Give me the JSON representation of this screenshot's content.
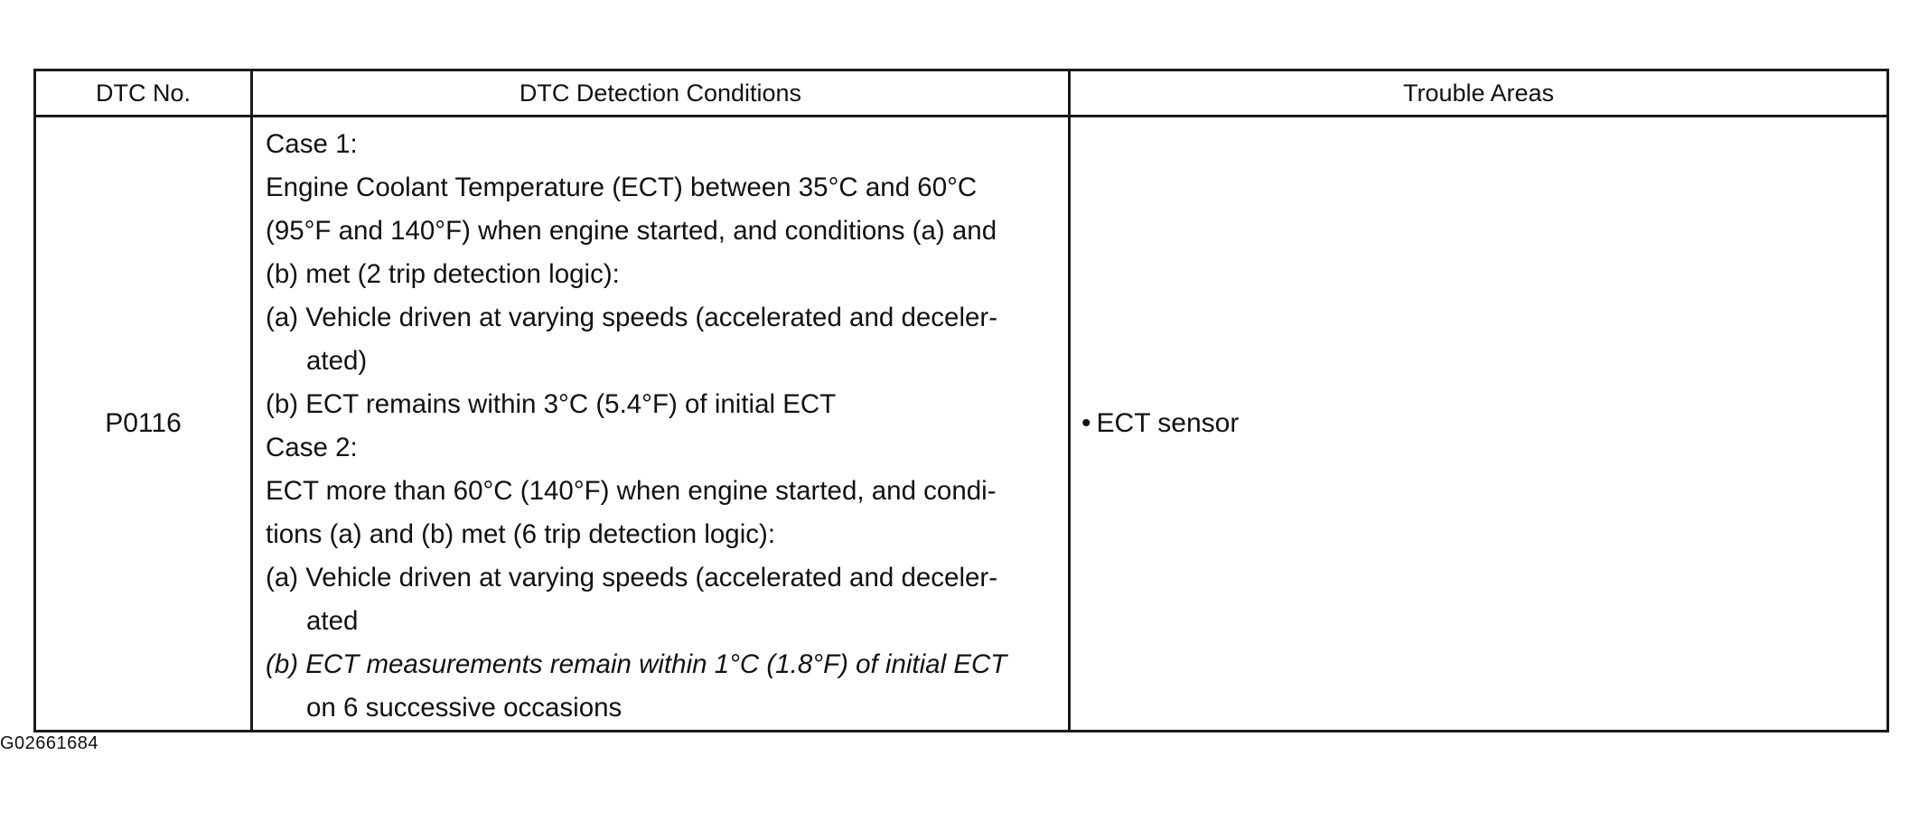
{
  "table": {
    "headers": [
      "DTC No.",
      "DTC Detection Conditions",
      "Trouble Areas"
    ],
    "rows": [
      {
        "dtc_no": "P0116",
        "conditions": [
          {
            "text": "Case 1:",
            "indent": false,
            "italic": false
          },
          {
            "text": "Engine Coolant Temperature (ECT) between 35°C and 60°C",
            "indent": false,
            "italic": false
          },
          {
            "text": "(95°F and 140°F) when engine started, and conditions (a) and",
            "indent": false,
            "italic": false
          },
          {
            "text": "(b) met (2 trip detection logic):",
            "indent": false,
            "italic": false
          },
          {
            "text": "(a) Vehicle driven at varying speeds (accelerated and deceler-",
            "indent": false,
            "italic": false
          },
          {
            "text": "ated)",
            "indent": true,
            "italic": false
          },
          {
            "text": "(b) ECT remains within 3°C (5.4°F) of initial ECT",
            "indent": false,
            "italic": false
          },
          {
            "text": "Case 2:",
            "indent": false,
            "italic": false
          },
          {
            "text": "ECT more than 60°C (140°F) when engine started, and condi-",
            "indent": false,
            "italic": false
          },
          {
            "text": "tions (a) and (b) met (6 trip detection logic):",
            "indent": false,
            "italic": false
          },
          {
            "text": "(a) Vehicle driven at varying speeds (accelerated and deceler-",
            "indent": false,
            "italic": false
          },
          {
            "text": "ated",
            "indent": true,
            "italic": false
          },
          {
            "text": "(b) ECT measurements remain within 1°C (1.8°F) of initial ECT",
            "indent": false,
            "italic": true
          },
          {
            "text": "on 6 successive occasions",
            "indent": true,
            "italic": false
          }
        ],
        "trouble_areas": [
          {
            "bullet": "•",
            "text": "ECT sensor"
          }
        ]
      }
    ]
  },
  "figure_id": "G02661684"
}
